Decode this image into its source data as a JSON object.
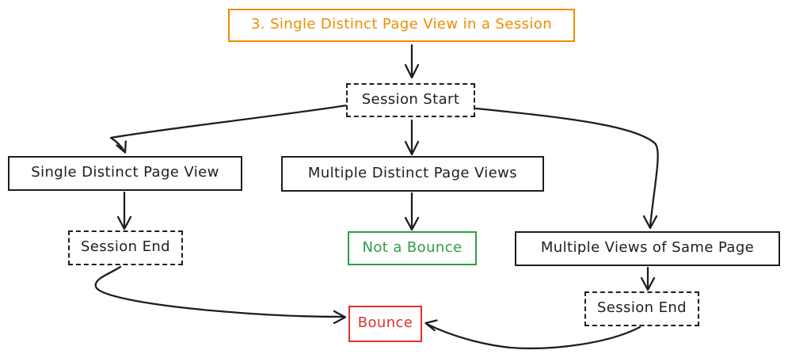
{
  "diagram": {
    "type": "flowchart",
    "style": "hand-drawn",
    "colors": {
      "ink": "#1e1e1e",
      "accent_orange": "#f08c00",
      "success_green": "#2f9e44",
      "alert_red": "#e03131",
      "background": "#ffffff"
    },
    "nodes": {
      "title": {
        "label": "3. Single Distinct Page View in a Session",
        "border": "solid",
        "color": "#f08c00"
      },
      "session_start": {
        "label": "Session Start",
        "border": "dashed",
        "color": "#1e1e1e"
      },
      "single_distinct_page_view": {
        "label": "Single Distinct Page View",
        "border": "solid",
        "color": "#1e1e1e"
      },
      "multiple_distinct_page_views": {
        "label": "Multiple Distinct Page Views",
        "border": "solid",
        "color": "#1e1e1e"
      },
      "multiple_views_of_same_page": {
        "label": "Multiple Views of Same Page",
        "border": "solid",
        "color": "#1e1e1e"
      },
      "session_end_left": {
        "label": "Session End",
        "border": "dashed",
        "color": "#1e1e1e"
      },
      "session_end_right": {
        "label": "Session End",
        "border": "dashed",
        "color": "#1e1e1e"
      },
      "not_a_bounce": {
        "label": "Not a Bounce",
        "border": "solid",
        "color": "#2f9e44"
      },
      "bounce": {
        "label": "Bounce",
        "border": "solid",
        "color": "#e03131"
      }
    },
    "edges": [
      {
        "from": "title",
        "to": "session_start"
      },
      {
        "from": "session_start",
        "to": "single_distinct_page_view"
      },
      {
        "from": "session_start",
        "to": "multiple_distinct_page_views"
      },
      {
        "from": "session_start",
        "to": "multiple_views_of_same_page"
      },
      {
        "from": "single_distinct_page_view",
        "to": "session_end_left"
      },
      {
        "from": "multiple_distinct_page_views",
        "to": "not_a_bounce"
      },
      {
        "from": "multiple_views_of_same_page",
        "to": "session_end_right"
      },
      {
        "from": "session_end_left",
        "to": "bounce"
      },
      {
        "from": "session_end_right",
        "to": "bounce"
      }
    ]
  }
}
